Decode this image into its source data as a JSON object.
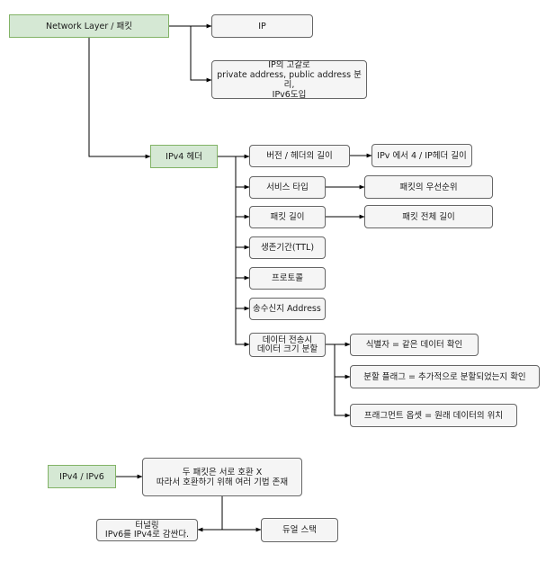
{
  "nodes": {
    "network_layer": "Network Layer / 패킷",
    "ip": "IP",
    "ip_depletion": "IP의 고갈로\nprivate address, public address 분리,\nIPv6도입",
    "ipv4_header": "IPv4 헤더",
    "version_header_length": "버전 / 헤더의 길이",
    "ipv4_6_header_length": "IPv 에서 4 / IP헤더 길이",
    "service_type": "서비스 타입",
    "packet_priority": "패킷의 우선순위",
    "packet_length": "패킷 길이",
    "packet_total_length": "패킷 전체 길이",
    "ttl": "생존기간(TTL)",
    "protocol": "프로토콜",
    "src_dst_address": "송수신지 Address",
    "fragmentation": "데이터 전송시\n데이터 크기 분할",
    "identifier": "식별자 = 같은 데이터 확인",
    "flag": "분할 플래그 = 추가적으로 분할되었는지 확인",
    "fragment_offset": "프래그먼트 옵셋 = 원래 데이터의 위치",
    "ipv4_ipv6": "IPv4 / IPv6",
    "incompatible": "두 패킷은 서로 호환 X\n따라서 호환하기 위해 여러 기법 존재",
    "tunneling": "터널링\nIPv6를 IPv4로 감싼다.",
    "dual_stack": "듀얼 스택"
  },
  "colors": {
    "green_fill": "#d5e8d4",
    "green_stroke": "#82b366",
    "gray_fill": "#f5f5f5",
    "gray_stroke": "#666666",
    "edge": "#000000"
  }
}
